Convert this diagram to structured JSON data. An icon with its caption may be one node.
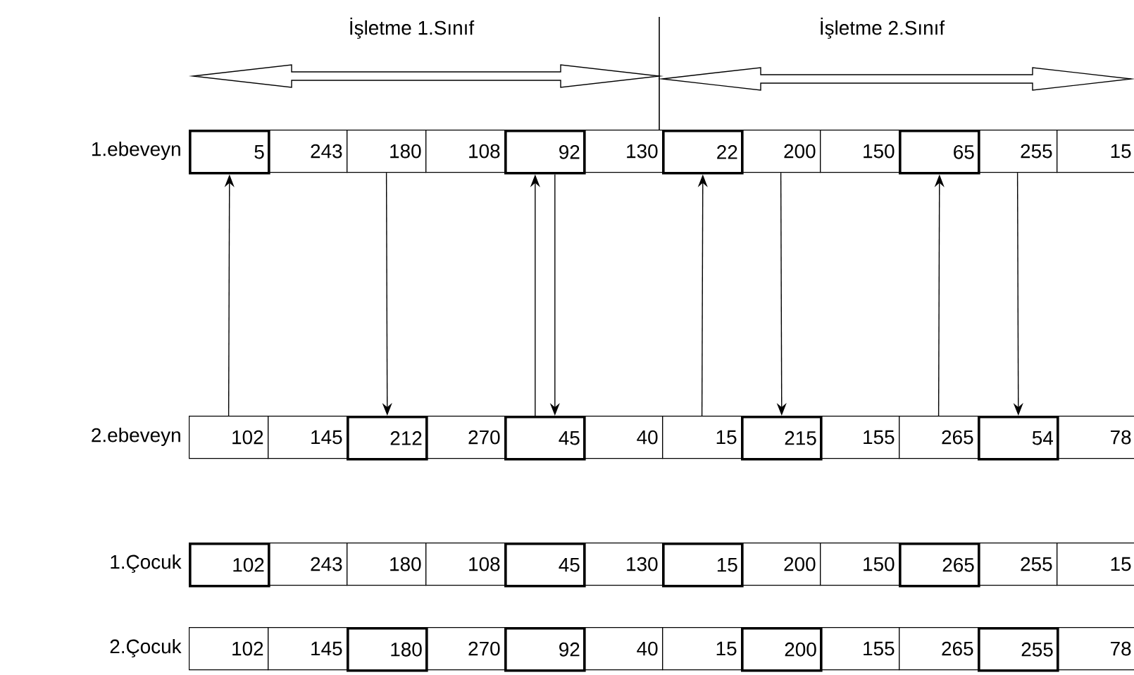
{
  "diagram": {
    "nodes": [
      {
        "text": [
          "5"
        ]
      },
      {
        "text": [
          "243"
        ]
      },
      {
        "text": [
          "180"
        ]
      },
      {
        "text": [
          "108"
        ]
      },
      {
        "text": [
          "92"
        ]
      },
      {
        "text": [
          "130"
        ]
      },
      {
        "text": [
          "22"
        ]
      },
      {
        "text": [
          "200"
        ]
      },
      {
        "text": [
          "150"
        ]
      },
      {
        "text": [
          "65"
        ]
      },
      {
        "text": [
          "255"
        ]
      },
      {
        "text": [
          "15"
        ]
      },
      {
        "text": [
          "102"
        ]
      },
      {
        "text": [
          "145"
        ]
      },
      {
        "text": [
          "212"
        ]
      },
      {
        "text": [
          "270"
        ]
      },
      {
        "text": [
          "45"
        ]
      },
      {
        "text": [
          "40"
        ]
      },
      {
        "text": [
          "15"
        ]
      },
      {
        "text": [
          "215"
        ]
      },
      {
        "text": [
          "155"
        ]
      },
      {
        "text": [
          "265"
        ]
      },
      {
        "text": [
          "54"
        ]
      },
      {
        "text": [
          "78"
        ]
      },
      {
        "text": [
          "102"
        ]
      },
      {
        "text": [
          "243"
        ]
      },
      {
        "text": [
          "180"
        ]
      },
      {
        "text": [
          "108"
        ]
      },
      {
        "text": [
          "45"
        ]
      },
      {
        "text": [
          "130"
        ]
      },
      {
        "text": [
          "15"
        ]
      },
      {
        "text": [
          "200"
        ]
      },
      {
        "text": [
          "150"
        ]
      },
      {
        "text": [
          "265"
        ]
      },
      {
        "text": [
          "255"
        ]
      },
      {
        "text": [
          "15"
        ]
      },
      {
        "text": [
          "102"
        ]
      },
      {
        "text": [
          "145"
        ]
      },
      {
        "text": [
          "180"
        ]
      },
      {
        "text": [
          "270"
        ]
      },
      {
        "text": [
          "92"
        ]
      },
      {
        "text": [
          "40"
        ]
      },
      {
        "text": [
          "15"
        ]
      },
      {
        "text": [
          "200"
        ]
      },
      {
        "text": [
          "155"
        ]
      },
      {
        "text": [
          "265"
        ]
      },
      {
        "text": [
          "255"
        ]
      },
      {
        "text": [
          "78"
        ]
      }
    ],
    "edges": [
      {
        "from": 12,
        "to": 0,
        "arrow": "to"
      },
      {
        "from": 2,
        "to": 14,
        "arrow": "to"
      },
      {
        "from": 16,
        "to": 4,
        "arrow": "to"
      },
      {
        "from": 4,
        "to": 16,
        "arrow": "to"
      },
      {
        "from": 18,
        "to": 6,
        "arrow": "to"
      },
      {
        "from": 7,
        "to": 19,
        "arrow": "to"
      },
      {
        "from": 21,
        "to": 9,
        "arrow": "to"
      },
      {
        "from": 10,
        "to": 22,
        "arrow": "to"
      }
    ],
    "labels": [
      "İşletme 1.Sınıf",
      "İşletme 2.Sınıf",
      "1.ebeveyn",
      "2.ebeveyn",
      "1.Çocuk",
      "2.Çocuk"
    ]
  }
}
